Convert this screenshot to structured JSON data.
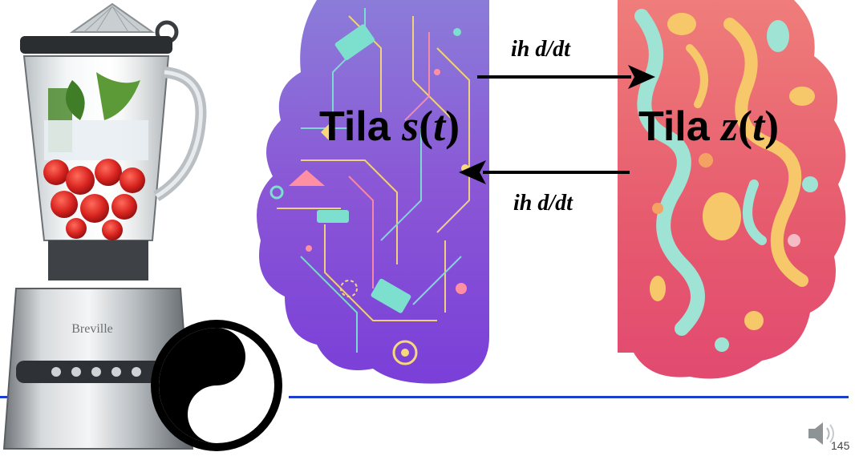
{
  "slide": {
    "left_state": {
      "word": "Tila",
      "var": "s",
      "arg": "t"
    },
    "right_state": {
      "word": "Tila",
      "var": "z",
      "arg": "t"
    },
    "operator_top": "ih d/dt",
    "operator_bottom": "ih d/dt",
    "page_number": "145",
    "blender_brand": "Breville",
    "rule_color": "#1a3fd0"
  }
}
